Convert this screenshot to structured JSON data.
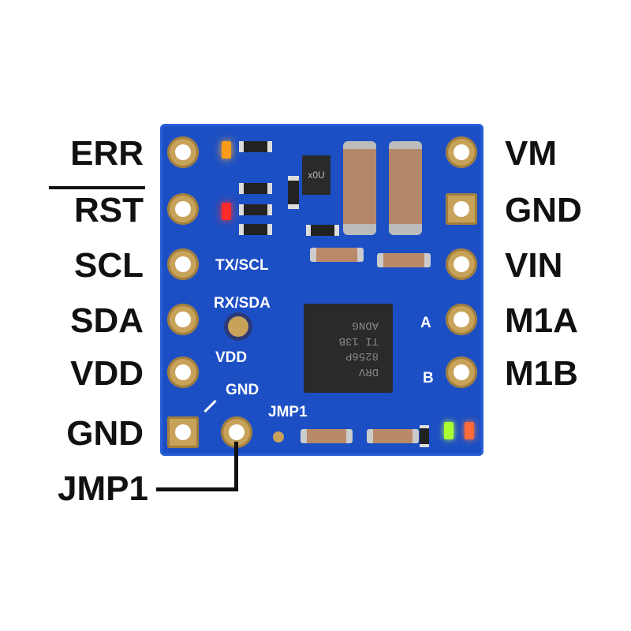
{
  "left_pins": [
    "ERR",
    "RST",
    "SCL",
    "SDA",
    "VDD",
    "GND"
  ],
  "right_pins": [
    "VM",
    "GND",
    "VIN",
    "M1A",
    "M1B"
  ],
  "jumper_label": "JMP1",
  "silkscreen": {
    "tx_scl": "TX/SCL",
    "rx_sda": "RX/SDA",
    "vdd": "VDD",
    "gnd": "GND",
    "jmp1": "JMP1",
    "a": "A",
    "b": "B"
  },
  "chip_marking": [
    "DRV",
    "8256P",
    "TI 13B",
    "ADNG"
  ],
  "diode_marking": "x0U",
  "colors": {
    "board": "#1d4fc4",
    "pad": "#c9a25a",
    "led_err": "#ff9a1a",
    "led_rst": "#ff2a2a",
    "led_green": "#aaff33",
    "led_red": "#ff6a3a"
  }
}
